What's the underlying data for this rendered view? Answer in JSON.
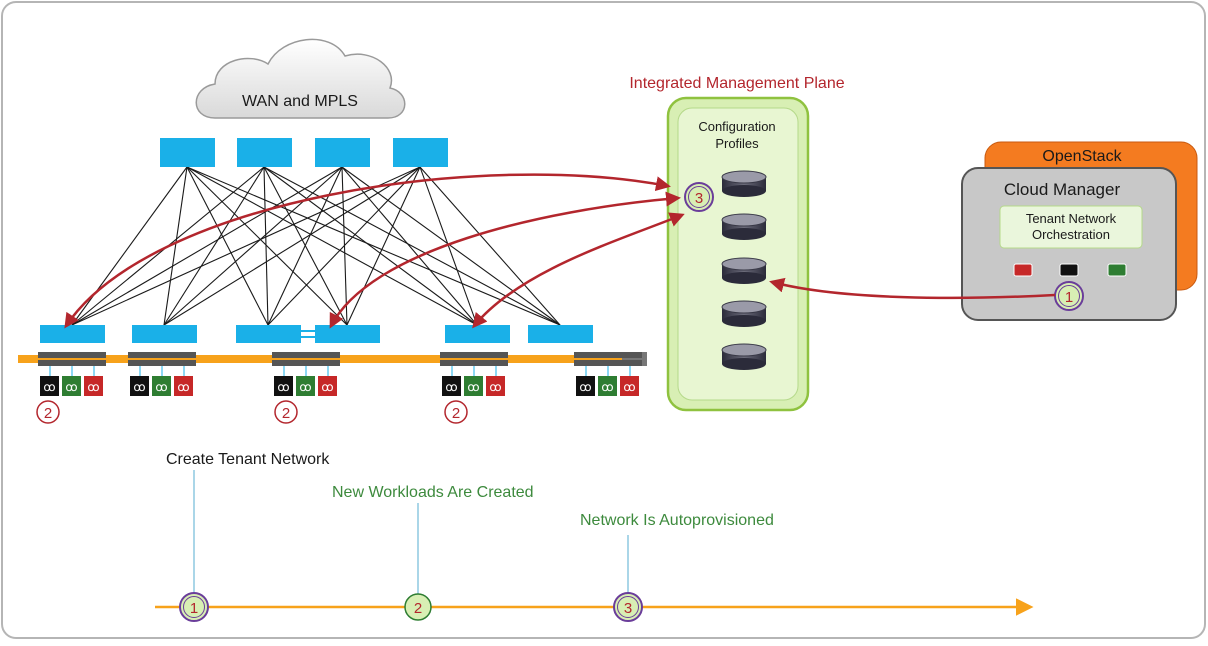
{
  "cloud": {
    "label": "WAN and MPLS"
  },
  "management_plane": {
    "title": "Integrated Management Plane",
    "profiles_line1": "Configuration",
    "profiles_line2": "Profiles",
    "step_marker": "3"
  },
  "openstack": {
    "label": "OpenStack",
    "cloud_manager": "Cloud Manager",
    "orchestration_line1": "Tenant Network",
    "orchestration_line2": "Orchestration",
    "step_marker": "1"
  },
  "fabric": {
    "leaf_markers": [
      "2",
      "2",
      "2"
    ]
  },
  "timeline": {
    "steps": [
      {
        "number": "1",
        "label": "Create Tenant Network"
      },
      {
        "number": "2",
        "label": "New Workloads Are Created"
      },
      {
        "number": "3",
        "label": "Network Is Autoprovisioned"
      }
    ]
  },
  "colors": {
    "switch_blue": "#1ab0e8",
    "link_black": "#1a1a1a",
    "arrow_red": "#b3262d",
    "title_red": "#b3262d",
    "label_green": "#3d8a3d",
    "orange": "#f7a21b",
    "openstack_orange": "#f47b20",
    "panel_green": "#d8efb4",
    "panel_border": "#8fc23f",
    "circle_purple": "#6a3d9a"
  }
}
